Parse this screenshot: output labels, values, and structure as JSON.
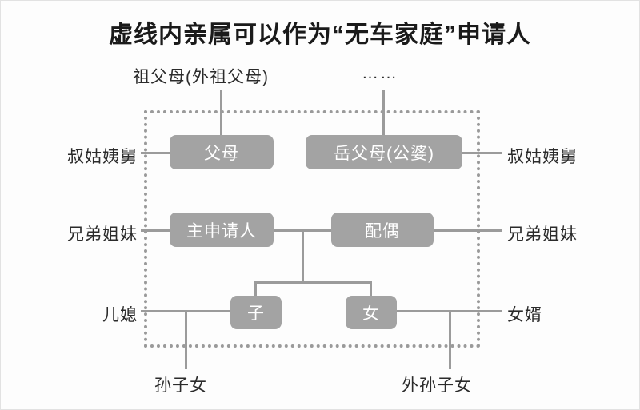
{
  "title": "虚线内亲属可以作为“无车家庭”申请人",
  "legend": {
    "dotted_border_meaning": "虚线内亲属可以作为“无车家庭”申请人",
    "box_color": "#a3a3a3",
    "line_color": "#9b9b9b",
    "dotted_border_color": "#9a9a9a",
    "text_color": "#2b2b2b",
    "node_text_color": "#ffffff",
    "background": "#fdfdfd"
  },
  "top_labels": {
    "grandparents": "祖父母(外祖父母)",
    "spouse_grandparents": "……"
  },
  "nodes": {
    "parents": "父母",
    "parents_in_law": "岳父母(公婆)",
    "main_applicant": "主申请人",
    "spouse": "配偶",
    "son": "子",
    "daughter": "女"
  },
  "side_labels": {
    "uncles_aunts_left": "叔姑姨舅",
    "uncles_aunts_right": "叔姑姨舅",
    "siblings_left": "兄弟姐妹",
    "siblings_right": "兄弟姐妹",
    "daughter_in_law": "儿媳",
    "son_in_law": "女婿"
  },
  "bottom_labels": {
    "grandchildren_paternal": "孙子女",
    "grandchildren_maternal": "外孙子女"
  }
}
